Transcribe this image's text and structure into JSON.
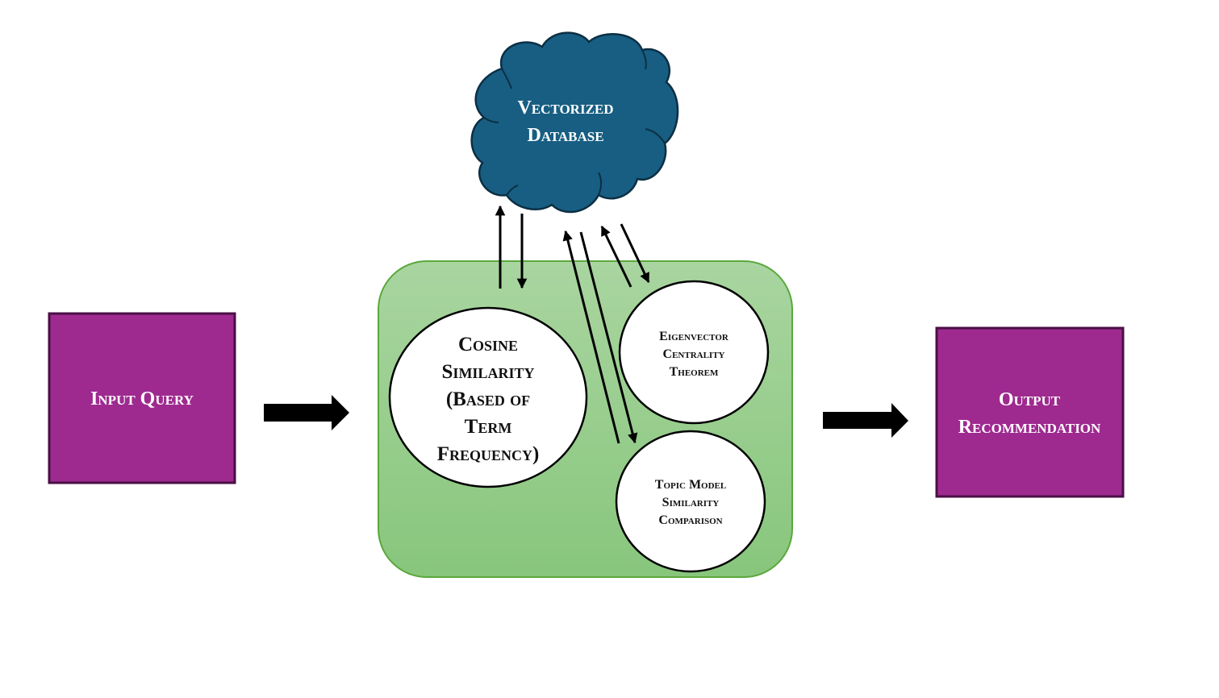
{
  "diagram": {
    "type": "flowchart",
    "colors": {
      "input_box_fill": "#9e2a8f",
      "input_box_border": "#4a0f45",
      "cloud_fill": "#175e82",
      "cloud_border": "#0c2f44",
      "container_fill_top": "#a9d5a0",
      "container_fill_bottom": "#88c67c",
      "container_border": "#5aa83c",
      "circle_fill": "#ffffff",
      "circle_border": "#000000",
      "arrow": "#000000"
    },
    "nodes": {
      "input_query": {
        "label": "Input Query"
      },
      "vectorized_database": {
        "lines": [
          "Vectorized",
          "Database"
        ]
      },
      "cosine_similarity": {
        "lines": [
          "Cosine",
          "Similarity",
          "(Based of",
          "Term",
          "Frequency)"
        ]
      },
      "eigenvector_centrality": {
        "lines": [
          "Eigenvector",
          "Centrality",
          "Theorem"
        ]
      },
      "topic_model_similarity": {
        "lines": [
          "Topic Model",
          "Similarity",
          "Comparison"
        ]
      },
      "output_recommendation": {
        "lines": [
          "Output",
          "Recommendation"
        ]
      }
    },
    "edges": [
      {
        "from": "input_query",
        "to": "similarity_methods_container",
        "style": "block-arrow"
      },
      {
        "from": "cosine_similarity",
        "to": "vectorized_database",
        "style": "line-arrow"
      },
      {
        "from": "vectorized_database",
        "to": "cosine_similarity",
        "style": "line-arrow"
      },
      {
        "from": "topic_model_similarity",
        "to": "vectorized_database",
        "style": "line-arrow"
      },
      {
        "from": "vectorized_database",
        "to": "topic_model_similarity",
        "style": "line-arrow"
      },
      {
        "from": "eigenvector_centrality",
        "to": "vectorized_database",
        "style": "line-arrow"
      },
      {
        "from": "vectorized_database",
        "to": "eigenvector_centrality",
        "style": "line-arrow"
      },
      {
        "from": "similarity_methods_container",
        "to": "output_recommendation",
        "style": "block-arrow"
      }
    ]
  }
}
